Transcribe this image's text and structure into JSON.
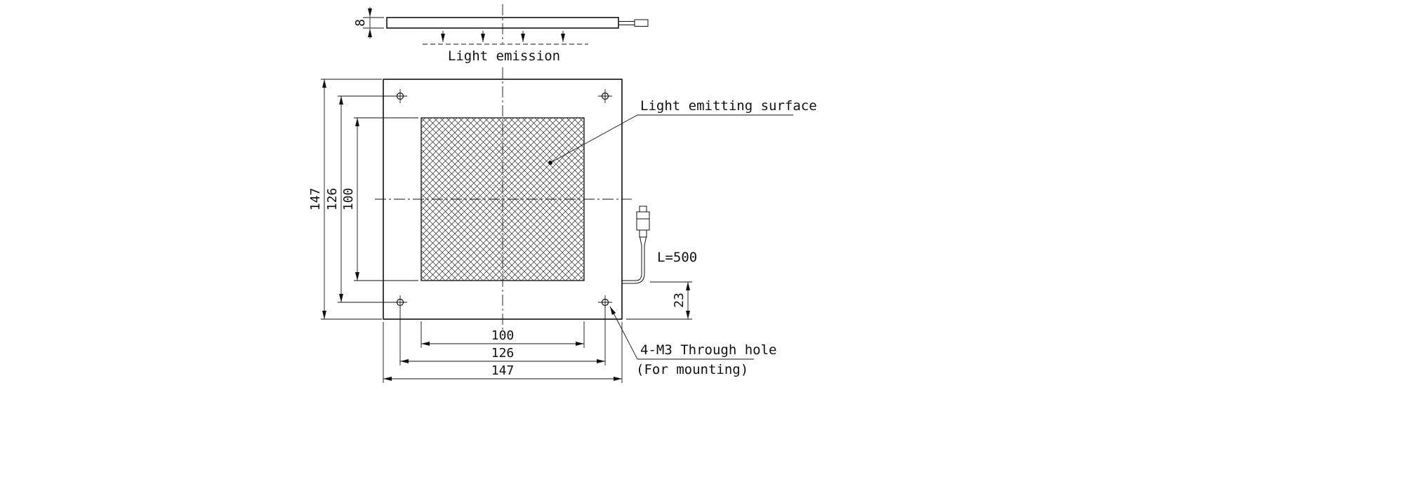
{
  "labels": {
    "light_emission": "Light emission",
    "light_emitting_surface": "Light emitting surface",
    "through_hole_line1": "4-M3 Through hole",
    "through_hole_line2": "(For mounting)",
    "cable_length": "L=500"
  },
  "dimensions": {
    "thickness": "8",
    "height_outer": "147",
    "height_holes": "126",
    "height_emit": "100",
    "width_emit": "100",
    "width_holes": "126",
    "width_outer": "147",
    "cable_offset": "23"
  },
  "colors": {
    "line_color": "#111111",
    "background": "#ffffff"
  }
}
